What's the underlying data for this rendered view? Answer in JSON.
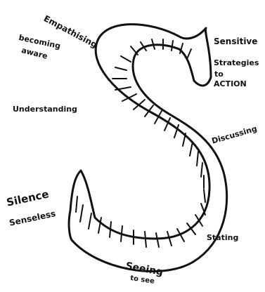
{
  "labels": {
    "empathising": "Empathising",
    "becoming_aware_1": "becoming",
    "becoming_aware_2": "aware",
    "sensitive": "Sensitive",
    "strategies": "Strategies",
    "to": "to",
    "action": "ACTION",
    "understanding": "Understanding",
    "discussing": "Discussing",
    "silence": "Silence",
    "senseless": "Senseless",
    "stating": "Stating",
    "seeing": "Seeing",
    "to_see": "to see"
  },
  "colors": {
    "ink": "#111111",
    "paper": "#ffffff"
  }
}
